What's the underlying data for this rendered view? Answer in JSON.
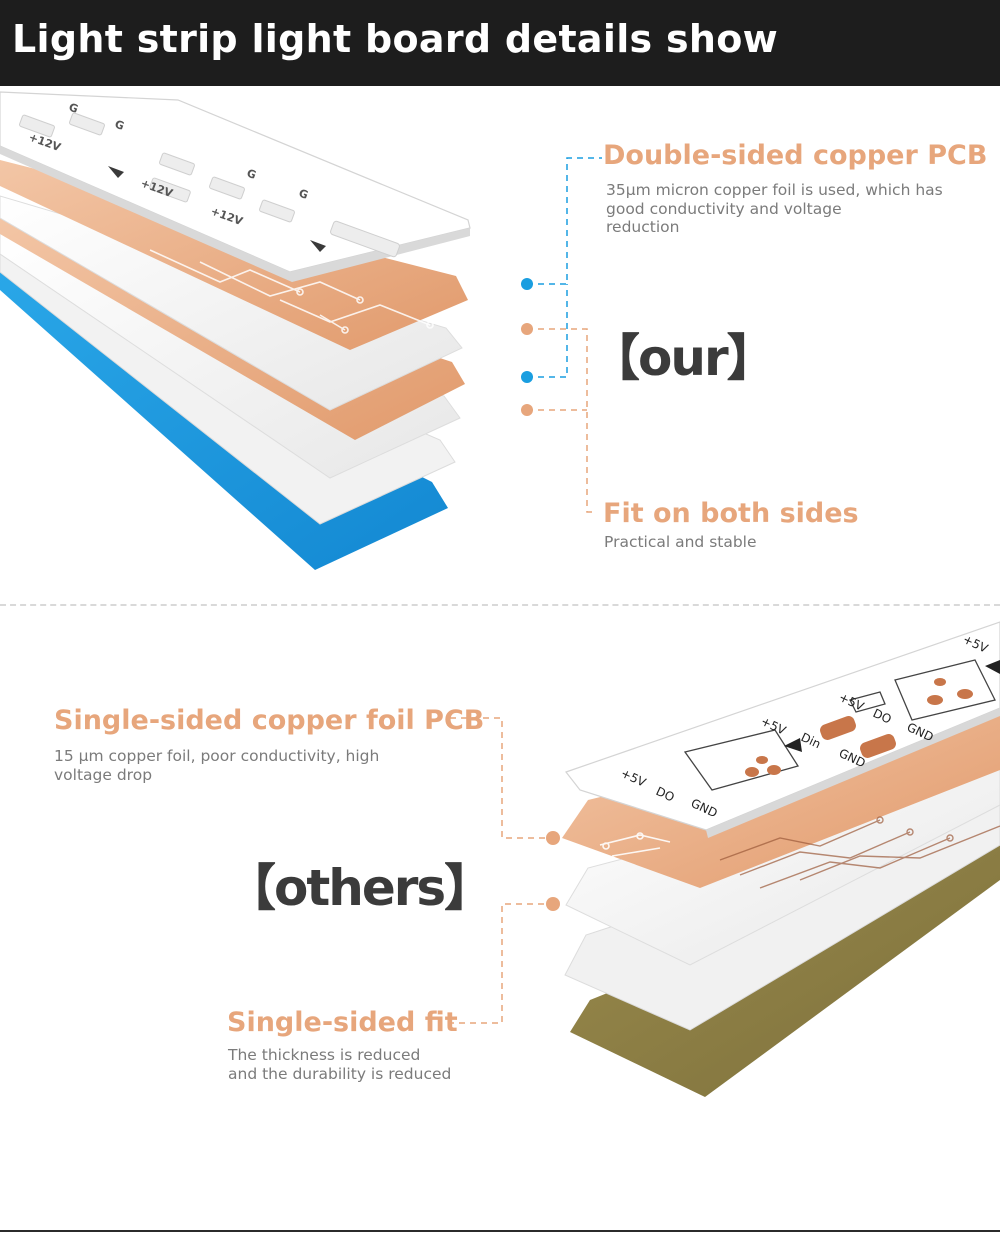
{
  "header": {
    "title": "Light strip light board details show"
  },
  "our_section": {
    "label": "【our】",
    "feature_1": {
      "title": "Double-sided copper PCB",
      "desc_lines": [
        "35μm micron copper foil is used, which has",
        "good conductivity and voltage",
        "reduction"
      ]
    },
    "feature_2": {
      "title": "Fit on both sides",
      "desc": "Practical and stable"
    },
    "board_marks": [
      "G",
      "G",
      "+12V",
      "+12V",
      "+12V",
      "G",
      "G"
    ]
  },
  "others_section": {
    "label": "【others】",
    "feature_1": {
      "title": "Single-sided copper foil PCB",
      "desc_lines": [
        "15 μm copper foil, poor conductivity, high",
        "voltage drop"
      ]
    },
    "feature_2": {
      "title": "Single-sided fit",
      "desc_lines": [
        "The thickness is reduced",
        "and the durability is reduced"
      ]
    },
    "board_marks": [
      "+5V",
      "DO",
      "GND",
      "+5V",
      "Din",
      "GND",
      "+5V",
      "DO",
      "GND",
      "+5V"
    ]
  },
  "colors": {
    "header_bg": "#1d1d1d",
    "accent_orange": "#e7a67c",
    "accent_blue": "#1a9ee0",
    "copper": "#e8a57a",
    "olive": "#8d7f45"
  }
}
